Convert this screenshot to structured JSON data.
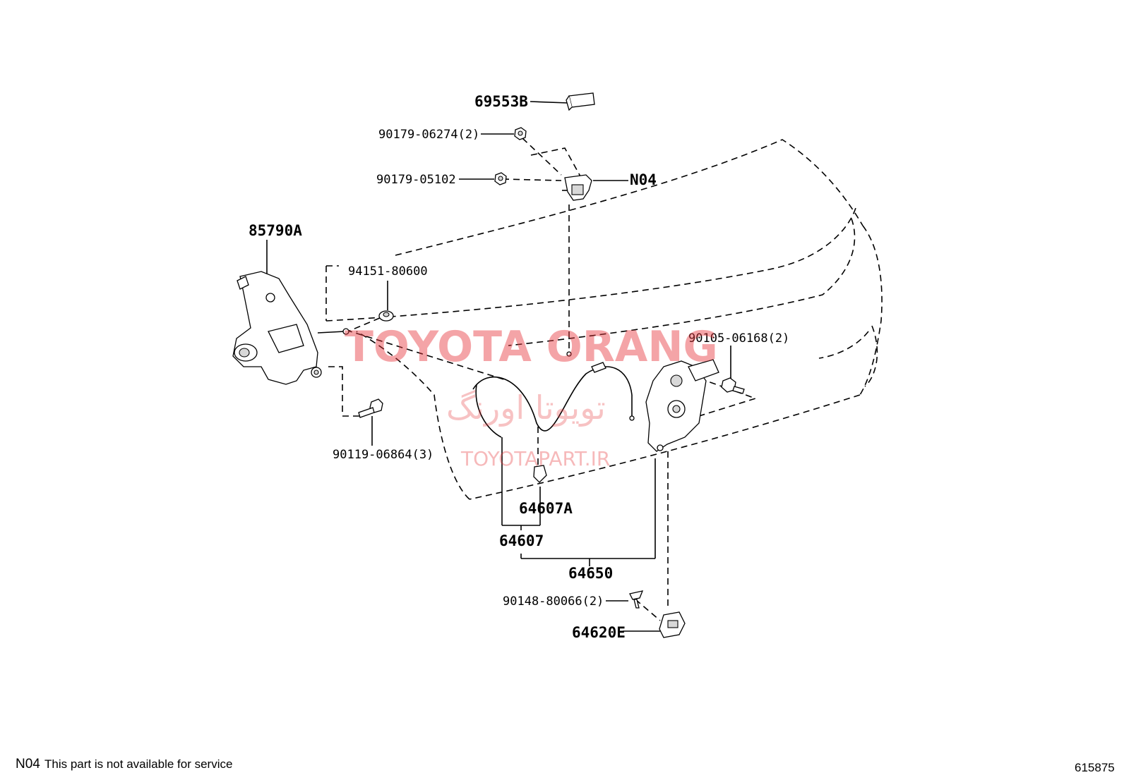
{
  "labels": {
    "p69553B": "69553B",
    "p90179_06274": "90179-06274(2)",
    "p90179_05102": "90179-05102",
    "pN04": "N04",
    "p85790A": "85790A",
    "p94151_80600": "94151-80600",
    "p90105_06168": "90105-06168(2)",
    "p90119_06864": "90119-06864(3)",
    "p64607A": "64607A",
    "p64607": "64607",
    "p64650": "64650",
    "p90148_80066": "90148-80066(2)",
    "p64620E": "64620E"
  },
  "watermark": {
    "brand": "TOYOTA ORANG",
    "persian": "تویوتا اورنگ",
    "site": "TOYOTAPART.IR"
  },
  "footer": {
    "code": "N04",
    "note": "This part is not available for service",
    "figure_number": "615875"
  }
}
